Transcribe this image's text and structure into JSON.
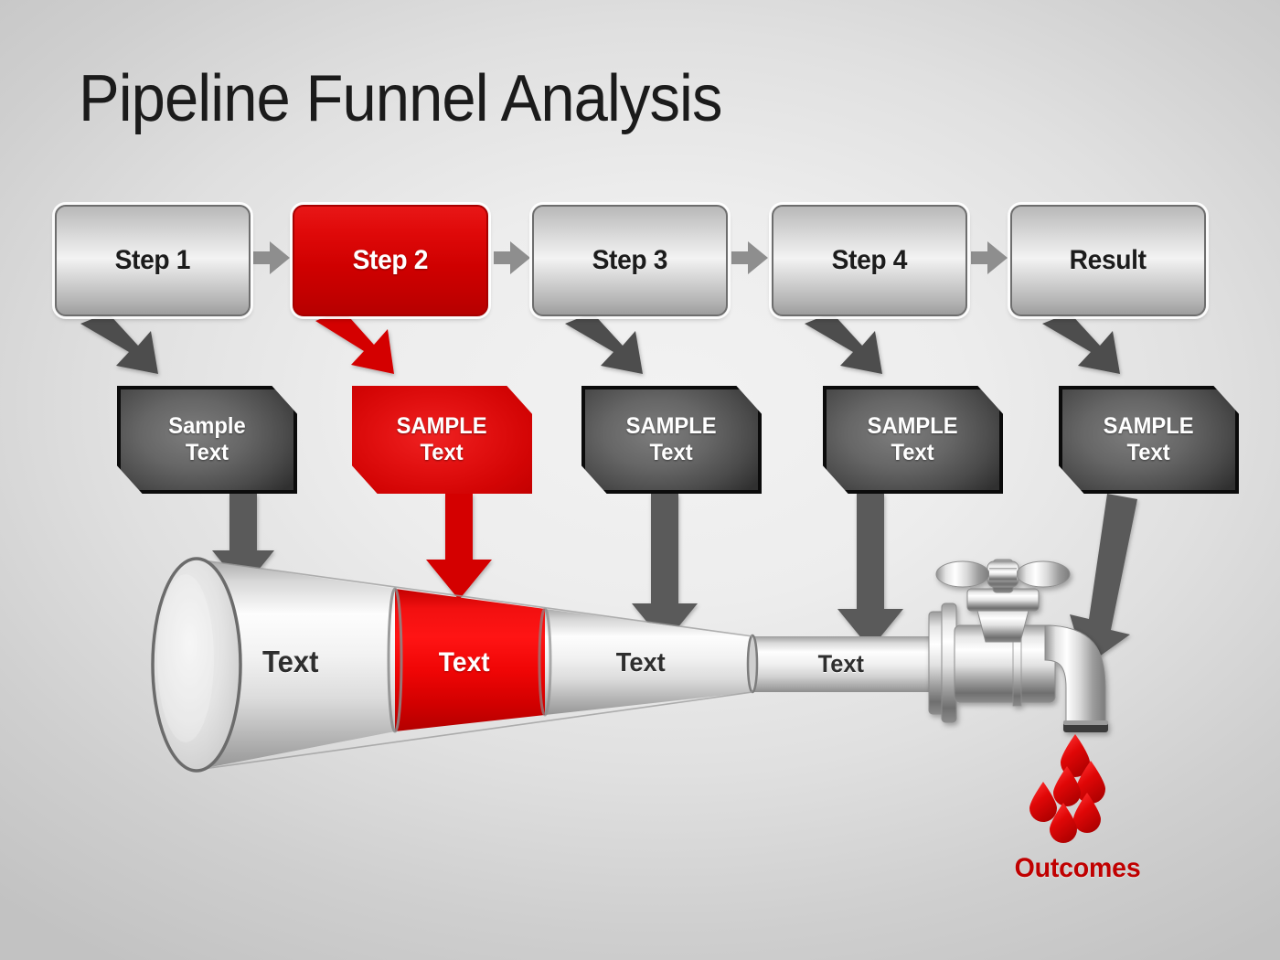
{
  "page": {
    "title": "Pipeline Funnel Analysis",
    "background_edge_color": "#c2c2c2",
    "background_center_color": "#f2f2f2",
    "accent_red": "#dd0000",
    "accent_gray": "#4a4a4a"
  },
  "steps": [
    {
      "label": "Step 1",
      "state": "normal",
      "color": "#c8c8c8"
    },
    {
      "label": "Step 2",
      "state": "highlight",
      "color": "#dd0000"
    },
    {
      "label": "Step 3",
      "state": "normal",
      "color": "#c8c8c8"
    },
    {
      "label": "Step 4",
      "state": "normal",
      "color": "#c8c8c8"
    },
    {
      "label": "Result",
      "state": "normal",
      "color": "#c8c8c8"
    }
  ],
  "step_connectors": [
    {
      "from": "Step 1",
      "to": "Step 2",
      "icon": "arrow-right-icon"
    },
    {
      "from": "Step 2",
      "to": "Step 3",
      "icon": "arrow-right-icon"
    },
    {
      "from": "Step 3",
      "to": "Step 4",
      "icon": "arrow-right-icon"
    },
    {
      "from": "Step 4",
      "to": "Result",
      "icon": "arrow-right-icon"
    }
  ],
  "callouts": [
    {
      "line1": "Sample",
      "line2": "Text",
      "state": "normal",
      "color": "#4a4a4a"
    },
    {
      "line1": "SAMPLE",
      "line2": "Text",
      "state": "highlight",
      "color": "#dd0000"
    },
    {
      "line1": "SAMPLE",
      "line2": "Text",
      "state": "normal",
      "color": "#4a4a4a"
    },
    {
      "line1": "SAMPLE",
      "line2": "Text",
      "state": "normal",
      "color": "#4a4a4a"
    },
    {
      "line1": "SAMPLE",
      "line2": "Text",
      "state": "normal",
      "color": "#4a4a4a"
    }
  ],
  "down_arrows": [
    {
      "from": "Sample Text 1",
      "to": "funnel-segment-1",
      "icon": "arrow-down-icon",
      "color": "#4a4a4a"
    },
    {
      "from": "Sample Text 2",
      "to": "funnel-segment-2",
      "icon": "arrow-down-icon",
      "color": "#dd0000"
    },
    {
      "from": "Sample Text 3",
      "to": "funnel-segment-3",
      "icon": "arrow-down-icon",
      "color": "#4a4a4a"
    },
    {
      "from": "Sample Text 4",
      "to": "funnel-segment-4",
      "icon": "arrow-down-icon",
      "color": "#4a4a4a"
    },
    {
      "from": "Sample Text 5",
      "to": "faucet",
      "icon": "arrow-down-left-icon",
      "color": "#4a4a4a"
    }
  ],
  "funnel": {
    "segments": [
      {
        "label": "Text",
        "state": "normal",
        "color": "#e9e9e9"
      },
      {
        "label": "Text",
        "state": "highlight",
        "color": "#ee0000"
      },
      {
        "label": "Text",
        "state": "normal",
        "color": "#e9e9e9"
      },
      {
        "label": "Text",
        "state": "normal",
        "color": "#e9e9e9"
      }
    ]
  },
  "faucet": {
    "name": "faucet-tap",
    "handle": "cross-handle-icon",
    "drip_count": 6,
    "drip_color": "#d30000",
    "outcomes_label": "Outcomes"
  },
  "chart_data": {
    "type": "diagram",
    "title": "Pipeline Funnel Analysis",
    "stages": [
      "Step 1",
      "Step 2",
      "Step 3",
      "Step 4",
      "Result"
    ],
    "highlighted_stage": "Step 2",
    "funnel_labels": [
      "Text",
      "Text",
      "Text",
      "Text"
    ],
    "highlighted_funnel_segment": 2,
    "terminal_label": "Outcomes"
  }
}
